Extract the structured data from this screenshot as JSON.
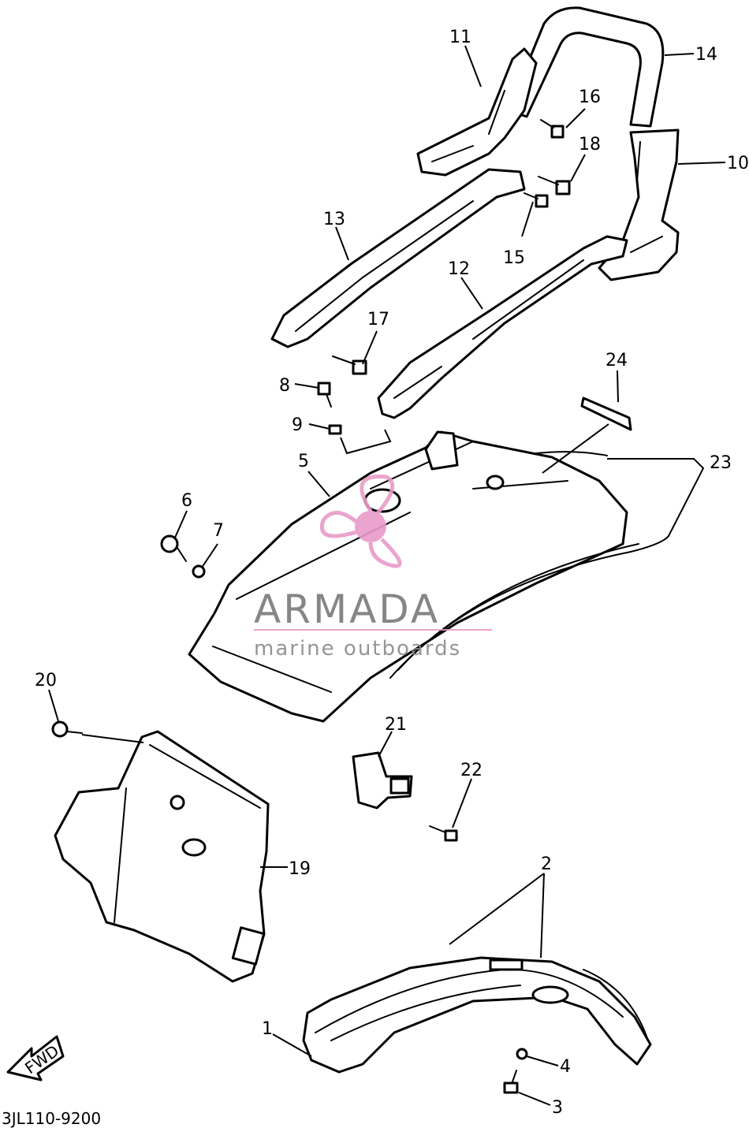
{
  "diagram_code": "3JL110-9200",
  "direction_label": "FWD",
  "watermark": {
    "brand": "ARMADA",
    "tagline": "marine outboards",
    "brand_color": "#e89bc8",
    "text_color": "#7a7a7a"
  },
  "callouts": [
    {
      "id": "c1",
      "label": "1"
    },
    {
      "id": "c2",
      "label": "2"
    },
    {
      "id": "c3",
      "label": "3"
    },
    {
      "id": "c4",
      "label": "4"
    },
    {
      "id": "c5",
      "label": "5"
    },
    {
      "id": "c6",
      "label": "6"
    },
    {
      "id": "c7",
      "label": "7"
    },
    {
      "id": "c8",
      "label": "8"
    },
    {
      "id": "c9",
      "label": "9"
    },
    {
      "id": "c10",
      "label": "10"
    },
    {
      "id": "c11",
      "label": "11"
    },
    {
      "id": "c12",
      "label": "12"
    },
    {
      "id": "c13",
      "label": "13"
    },
    {
      "id": "c14",
      "label": "14"
    },
    {
      "id": "c15",
      "label": "15"
    },
    {
      "id": "c16",
      "label": "16"
    },
    {
      "id": "c17",
      "label": "17"
    },
    {
      "id": "c18",
      "label": "18"
    },
    {
      "id": "c19",
      "label": "19"
    },
    {
      "id": "c20",
      "label": "20"
    },
    {
      "id": "c21",
      "label": "21"
    },
    {
      "id": "c22",
      "label": "22"
    },
    {
      "id": "c23",
      "label": "23"
    },
    {
      "id": "c24",
      "label": "24"
    }
  ]
}
